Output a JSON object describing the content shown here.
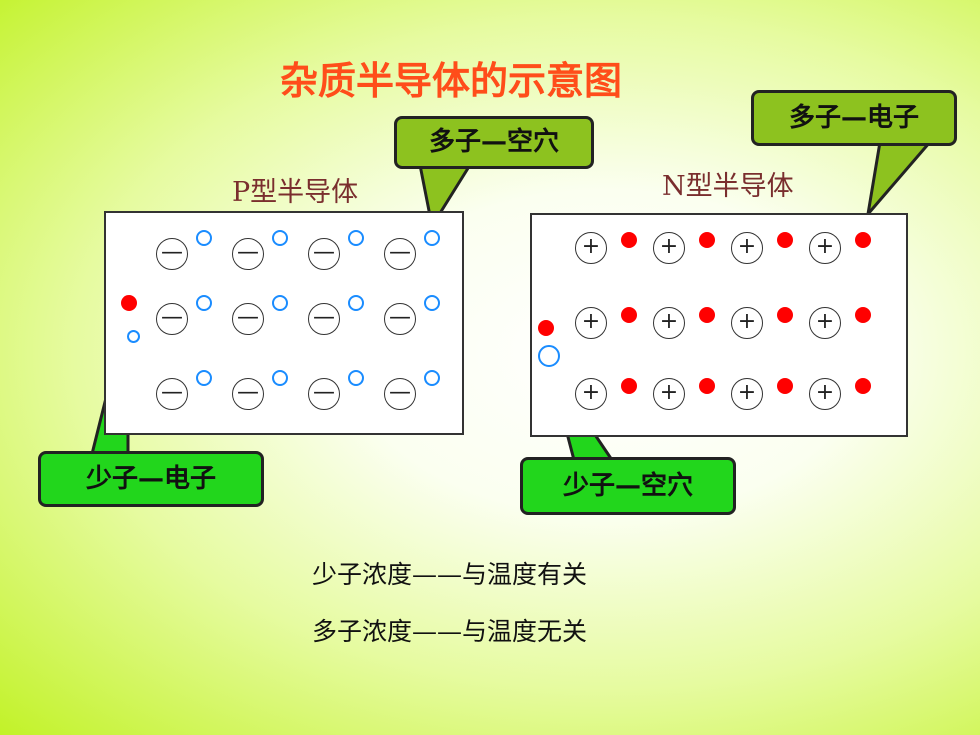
{
  "title": "杂质半导体的示意图",
  "p_type": {
    "label": "P型半导体",
    "ion_symbol": "—",
    "rows": 3,
    "cols": 4,
    "majority_callout": "多子—空穴",
    "minority_callout": "少子—电子"
  },
  "n_type": {
    "label": "N型半导体",
    "ion_symbol": "+",
    "rows": 3,
    "cols": 4,
    "majority_callout": "多子—电子",
    "minority_callout": "少子—空穴"
  },
  "notes": [
    "少子浓度——与温度有关",
    "多子浓度——与温度无关"
  ],
  "colors": {
    "title": "#ff4d1a",
    "hole": "#1a8cff",
    "electron": "#ff0000",
    "callout_majority": "#8dc21f",
    "callout_minority": "#22d61c"
  }
}
